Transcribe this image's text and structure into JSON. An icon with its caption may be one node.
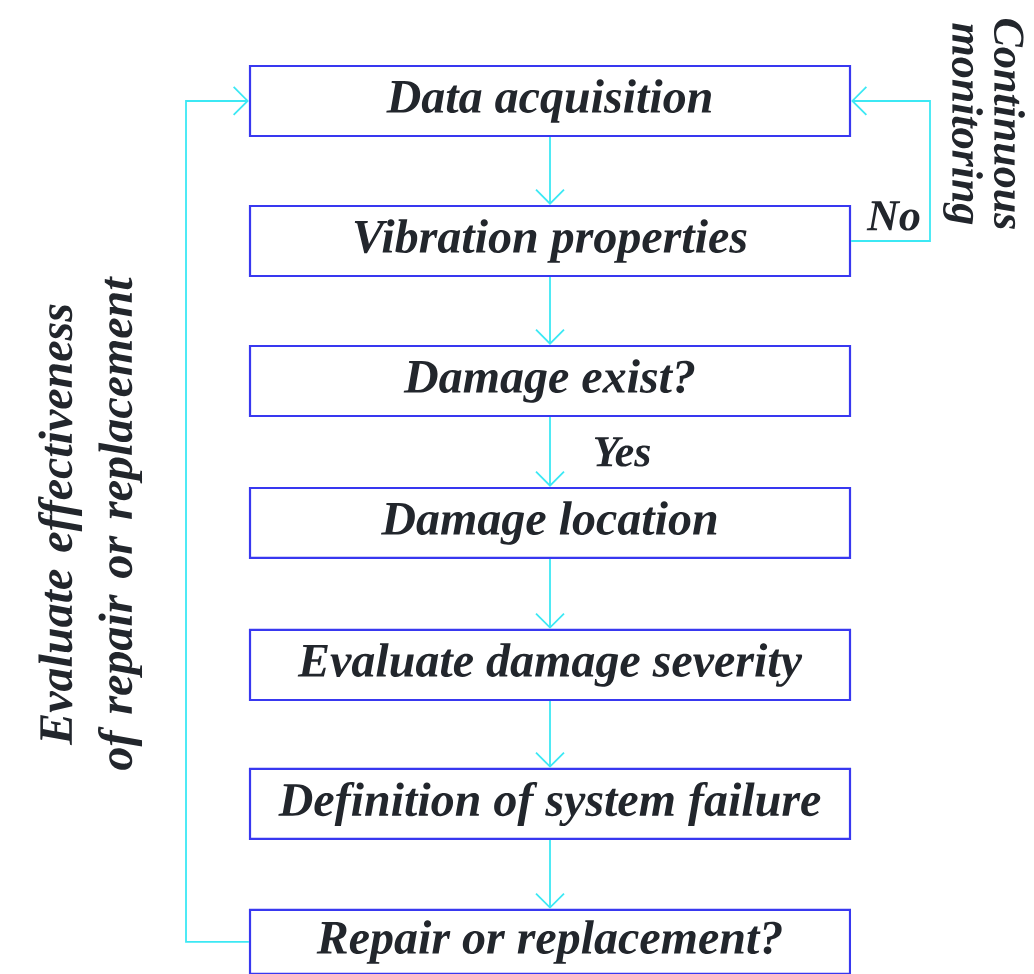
{
  "diagram": {
    "nodes": [
      {
        "text": [
          "Data acquisition"
        ]
      },
      {
        "text": [
          "Vibration properties"
        ]
      },
      {
        "text": [
          "Damage exist?"
        ]
      },
      {
        "text": [
          "Damage location"
        ]
      },
      {
        "text": [
          "Evaluate damage severity"
        ]
      },
      {
        "text": [
          "Definition of system failure"
        ]
      },
      {
        "text": [
          "Repair or replacement?"
        ]
      }
    ],
    "edges": [
      {
        "from": 0,
        "to": 1,
        "arrow": "to"
      },
      {
        "from": 1,
        "to": 2,
        "arrow": "to"
      },
      {
        "from": 2,
        "to": 3,
        "arrow": "to",
        "label": "Yes"
      },
      {
        "from": 3,
        "to": 4,
        "arrow": "to"
      },
      {
        "from": 4,
        "to": 5,
        "arrow": "to"
      },
      {
        "from": 5,
        "to": 6,
        "arrow": "to"
      },
      {
        "from": 1,
        "to": 0,
        "arrow": "to",
        "label": "No"
      },
      {
        "from": 6,
        "to": 0,
        "arrow": "to"
      }
    ],
    "labels": [
      "Continuous monitoring",
      "Evaluate effectiveness of repair or replacement"
    ]
  }
}
